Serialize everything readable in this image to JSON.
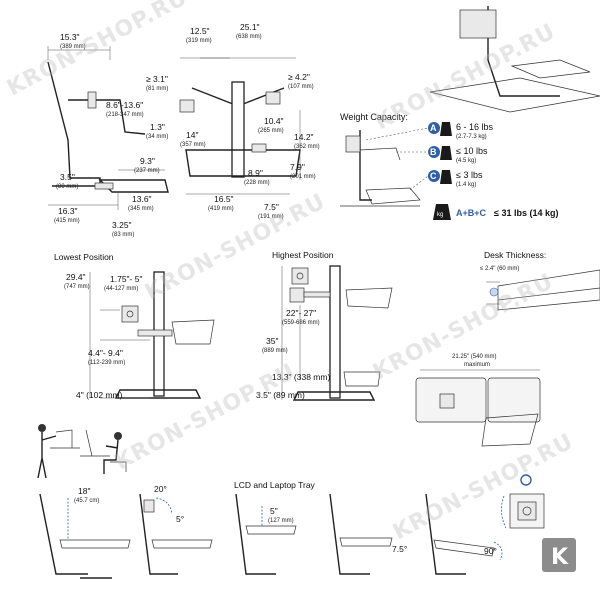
{
  "watermark": {
    "text": "KRON-SHOP.RU",
    "logo_letter": "K"
  },
  "colors": {
    "accent_blue": "#2f5fa8",
    "logo_bg": "#8c8c8c",
    "ink": "#111111",
    "panel_grey": "#e9e9e9"
  },
  "top_view": {
    "dims": [
      {
        "main": "15.3\"",
        "sub": "(389 mm)"
      },
      {
        "main": "12.5\"",
        "sub": "(319 mm)"
      },
      {
        "main": "25.1\"",
        "sub": "(638 mm)"
      },
      {
        "main": "≥ 3.1\"",
        "sub": "(81 mm)"
      },
      {
        "main": "≥ 4.2\"",
        "sub": "(107 mm)"
      },
      {
        "main": "8.6\"-13.6\"",
        "sub": "(218-347 mm)"
      },
      {
        "main": "1.3\"",
        "sub": "(34 mm)"
      },
      {
        "main": "14\"",
        "sub": "(357 mm)"
      },
      {
        "main": "10.4\"",
        "sub": "(265 mm)"
      },
      {
        "main": "14.2\"",
        "sub": "(362 mm)"
      },
      {
        "main": "9.3\"",
        "sub": "(237 mm)"
      },
      {
        "main": "7.9\"",
        "sub": "(201 mm)"
      },
      {
        "main": "8.9\"",
        "sub": "(228 mm)"
      },
      {
        "main": "3.5\"",
        "sub": "(89 mm)"
      },
      {
        "main": "13.6\"",
        "sub": "(345 mm)"
      },
      {
        "main": "16.3\"",
        "sub": "(415 mm)"
      },
      {
        "main": "16.5\"",
        "sub": "(419 mm)"
      },
      {
        "main": "7.5\"",
        "sub": "(191 mm)"
      },
      {
        "main": "3.25\"",
        "sub": "(83 mm)"
      }
    ]
  },
  "weight": {
    "title": "Weight Capacity:",
    "rows": [
      {
        "letter": "A",
        "main": "6 - 16 lbs",
        "sub": "(2.7-7.3 kg)"
      },
      {
        "letter": "B",
        "main": "≤ 10 lbs",
        "sub": "(4.5 kg)"
      },
      {
        "letter": "C",
        "main": "≤ 3 lbs",
        "sub": "(1.4 kg)"
      }
    ],
    "total": {
      "letters": "A+B+C",
      "value": "≤ 31 lbs (14 kg)"
    },
    "weight_icon": "kg"
  },
  "lowest": {
    "title": "Lowest Position",
    "dims": [
      {
        "main": "29.4\"",
        "sub": "(747 mm)"
      },
      {
        "main": "1.75\"- 5\"",
        "sub": "(44-127 mm)"
      },
      {
        "main": "4.4\"- 9.4\"",
        "sub": "(112-239 mm)"
      },
      {
        "main": "4\" (102 mm)",
        "sub": ""
      }
    ]
  },
  "highest": {
    "title": "Highest Position",
    "dims": [
      {
        "main": "22\"- 27\"",
        "sub": "(559-686 mm)"
      },
      {
        "main": "35\"",
        "sub": "(889 mm)"
      },
      {
        "main": "13.3\" (338 mm)",
        "sub": ""
      },
      {
        "main": "3.5\" (89 mm)",
        "sub": ""
      }
    ]
  },
  "desk": {
    "title": "Desk Thickness:",
    "value": "≤ 2.4\" (60 mm)",
    "width_main": "21.25\" (540 mm)",
    "width_sub": "maximum"
  },
  "motions": {
    "tray_title": "LCD and Laptop Tray",
    "labels": [
      {
        "main": "18\"",
        "sub": "(45.7 cm)"
      },
      {
        "main": "20°",
        "sub": ""
      },
      {
        "main": "5°",
        "sub": ""
      },
      {
        "main": "5\"",
        "sub": "(127 mm)"
      },
      {
        "main": "7.5°",
        "sub": ""
      },
      {
        "main": "90°",
        "sub": ""
      }
    ]
  }
}
